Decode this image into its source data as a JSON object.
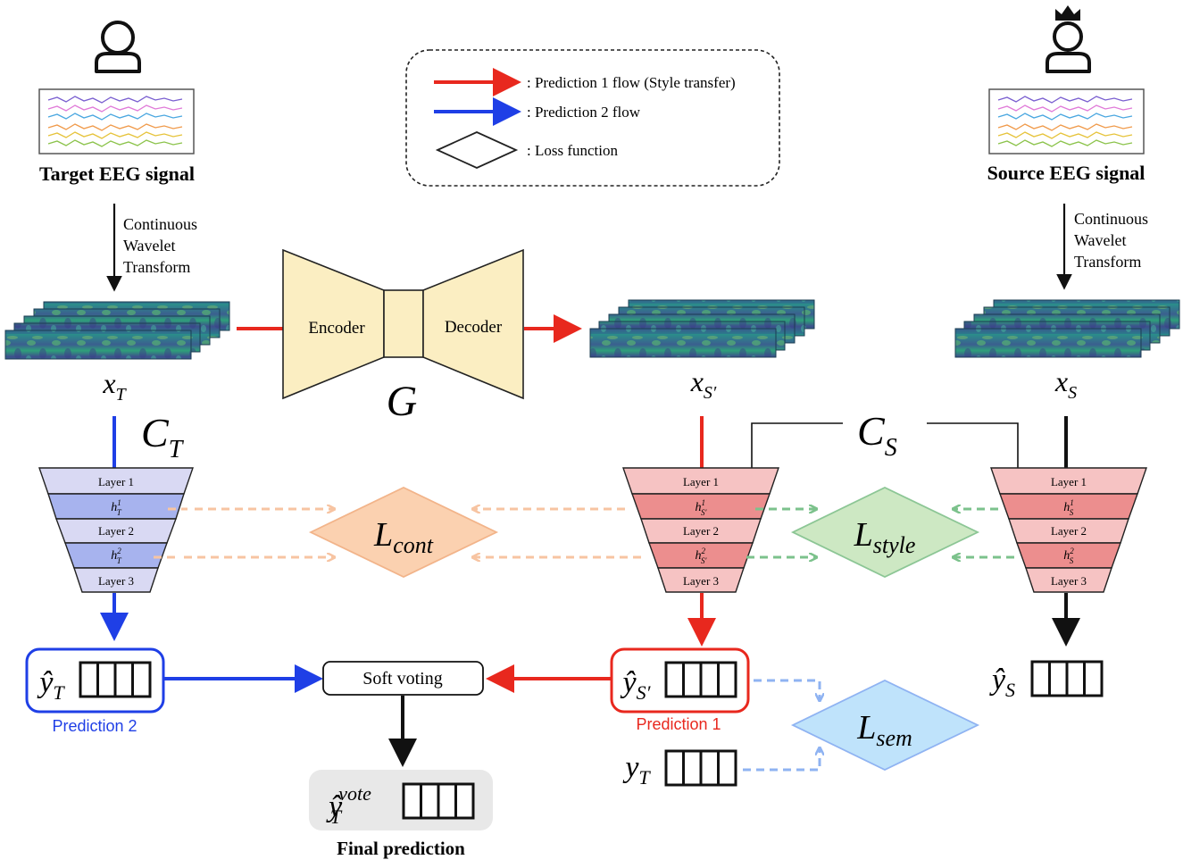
{
  "legend": {
    "red_arrow": ": Prediction 1 flow (Style transfer)",
    "blue_arrow": ": Prediction 2 flow",
    "diamond": ": Loss function"
  },
  "target": {
    "title": "Target EEG signal",
    "cwt_line1": "Continuous",
    "cwt_line2": "Wavelet",
    "cwt_line3": "Transform",
    "x_base": "x",
    "x_sub": "T"
  },
  "source": {
    "title": "Source EEG signal",
    "cwt_line1": "Continuous",
    "cwt_line2": "Wavelet",
    "cwt_line3": "Transform",
    "x_base": "x",
    "x_sub": "S"
  },
  "generator": {
    "encoder": "Encoder",
    "decoder": "Decoder",
    "label": "G"
  },
  "transferred": {
    "x_base": "x",
    "x_sub": "S′"
  },
  "classifiers": {
    "ct_base": "C",
    "ct_sub": "T",
    "cs_base": "C",
    "cs_sub": "S",
    "layer1": "Layer 1",
    "layer2": "Layer 2",
    "layer3": "Layer 3",
    "h": "h",
    "sup1": "1",
    "sup2": "2",
    "t_sub": "T",
    "sp_sub": "S′",
    "s_sub": "S"
  },
  "losses": {
    "cont_base": "L",
    "cont_sub": "cont",
    "style_base": "L",
    "style_sub": "style",
    "sem_base": "L",
    "sem_sub": "sem"
  },
  "predictions": {
    "yhat": "ŷ",
    "y": "y",
    "t_sub": "T",
    "sp_sub": "S′",
    "s_sub": "S",
    "vote_sup": "vote",
    "prediction2": "Prediction 2",
    "prediction1": "Prediction 1",
    "soft_voting": "Soft voting",
    "final": "Final prediction"
  },
  "colors": {
    "red": "#e8281e",
    "blue": "#1f3fe6",
    "peach": "#f7c4a2",
    "green": "#98d49a",
    "light_blue": "#a9dcfb",
    "generator": "#fbeec2",
    "ct_fill": "#d9d9f3",
    "ct_feat": "#a7b3ee",
    "cs_fill": "#f6c3c3",
    "cs_feat": "#ec8e8e"
  }
}
